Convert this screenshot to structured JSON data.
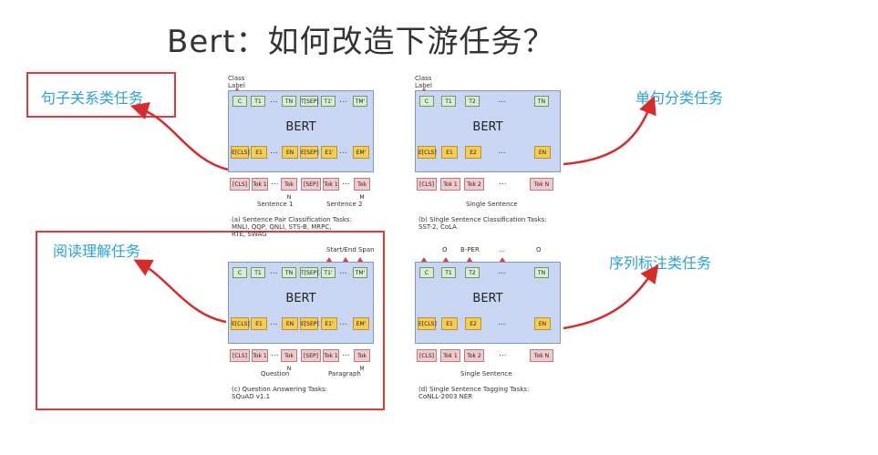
{
  "title": "Bert：如何改造下游任务？",
  "tasks": {
    "sentence_pair": "句子关系类任务",
    "single_cls": "单句分类任务",
    "qa": "阅读理解任务",
    "tagging": "序列标注类任务"
  },
  "panels": {
    "a": {
      "top_label": "Class\nLabel",
      "bert": "BERT",
      "t_tokens": [
        "C",
        "T1",
        "...",
        "TN",
        "T[SEP]",
        "T1'",
        "...",
        "TM'"
      ],
      "e_tokens": [
        "E[CLS]",
        "E1",
        "...",
        "EN",
        "E[SEP]",
        "E1'",
        "...",
        "EM'"
      ],
      "inputs": [
        "[CLS]",
        "Tok 1",
        "...",
        "Tok N",
        "[SEP]",
        "Tok 1",
        "...",
        "Tok M"
      ],
      "seg1": "Sentence 1",
      "seg2": "Sentence 2",
      "caption": "(a) Sentence Pair Classification Tasks:\nMNLI, QQP, QNLI, STS-B, MRPC,\nRTE, SWAG"
    },
    "b": {
      "top_label": "Class\nLabel",
      "bert": "BERT",
      "t_tokens": [
        "C",
        "T1",
        "T2",
        "...",
        "TN"
      ],
      "e_tokens": [
        "E[CLS]",
        "E1",
        "E2",
        "...",
        "EN"
      ],
      "inputs": [
        "[CLS]",
        "Tok 1",
        "Tok 2",
        "...",
        "Tok N"
      ],
      "seg1": "Single Sentence",
      "caption": "(b) Single Sentence Classification Tasks:\nSST-2, CoLA"
    },
    "c": {
      "top_label": "Start/End Span",
      "bert": "BERT",
      "t_tokens": [
        "C",
        "T1",
        "...",
        "TN",
        "T[SEP]",
        "T1'",
        "...",
        "TM'"
      ],
      "e_tokens": [
        "E[CLS]",
        "E1",
        "...",
        "EN",
        "E[SEP]",
        "E1'",
        "...",
        "EM'"
      ],
      "inputs": [
        "[CLS]",
        "Tok 1",
        "...",
        "Tok N",
        "[SEP]",
        "Tok 1",
        "...",
        "Tok M"
      ],
      "seg1": "Question",
      "seg2": "Paragraph",
      "caption": "(c) Question Answering Tasks:\nSQuAD v1.1"
    },
    "d": {
      "top_labels": [
        "O",
        "B-PER",
        "...",
        "O"
      ],
      "bert": "BERT",
      "t_tokens": [
        "C",
        "T1",
        "T2",
        "...",
        "TN"
      ],
      "e_tokens": [
        "E[CLS]",
        "E1",
        "E2",
        "...",
        "EN"
      ],
      "inputs": [
        "[CLS]",
        "Tok 1",
        "Tok 2",
        "...",
        "Tok N"
      ],
      "seg1": "Single Sentence",
      "caption": "(d) Single Sentence Tagging Tasks:\nCoNLL-2003 NER"
    }
  },
  "colors": {
    "accent_label": "#2aa3d6",
    "highlight_box": "#e03a3a",
    "arrow": "#d92b2b",
    "bert_fill": "#c9d6f3"
  }
}
